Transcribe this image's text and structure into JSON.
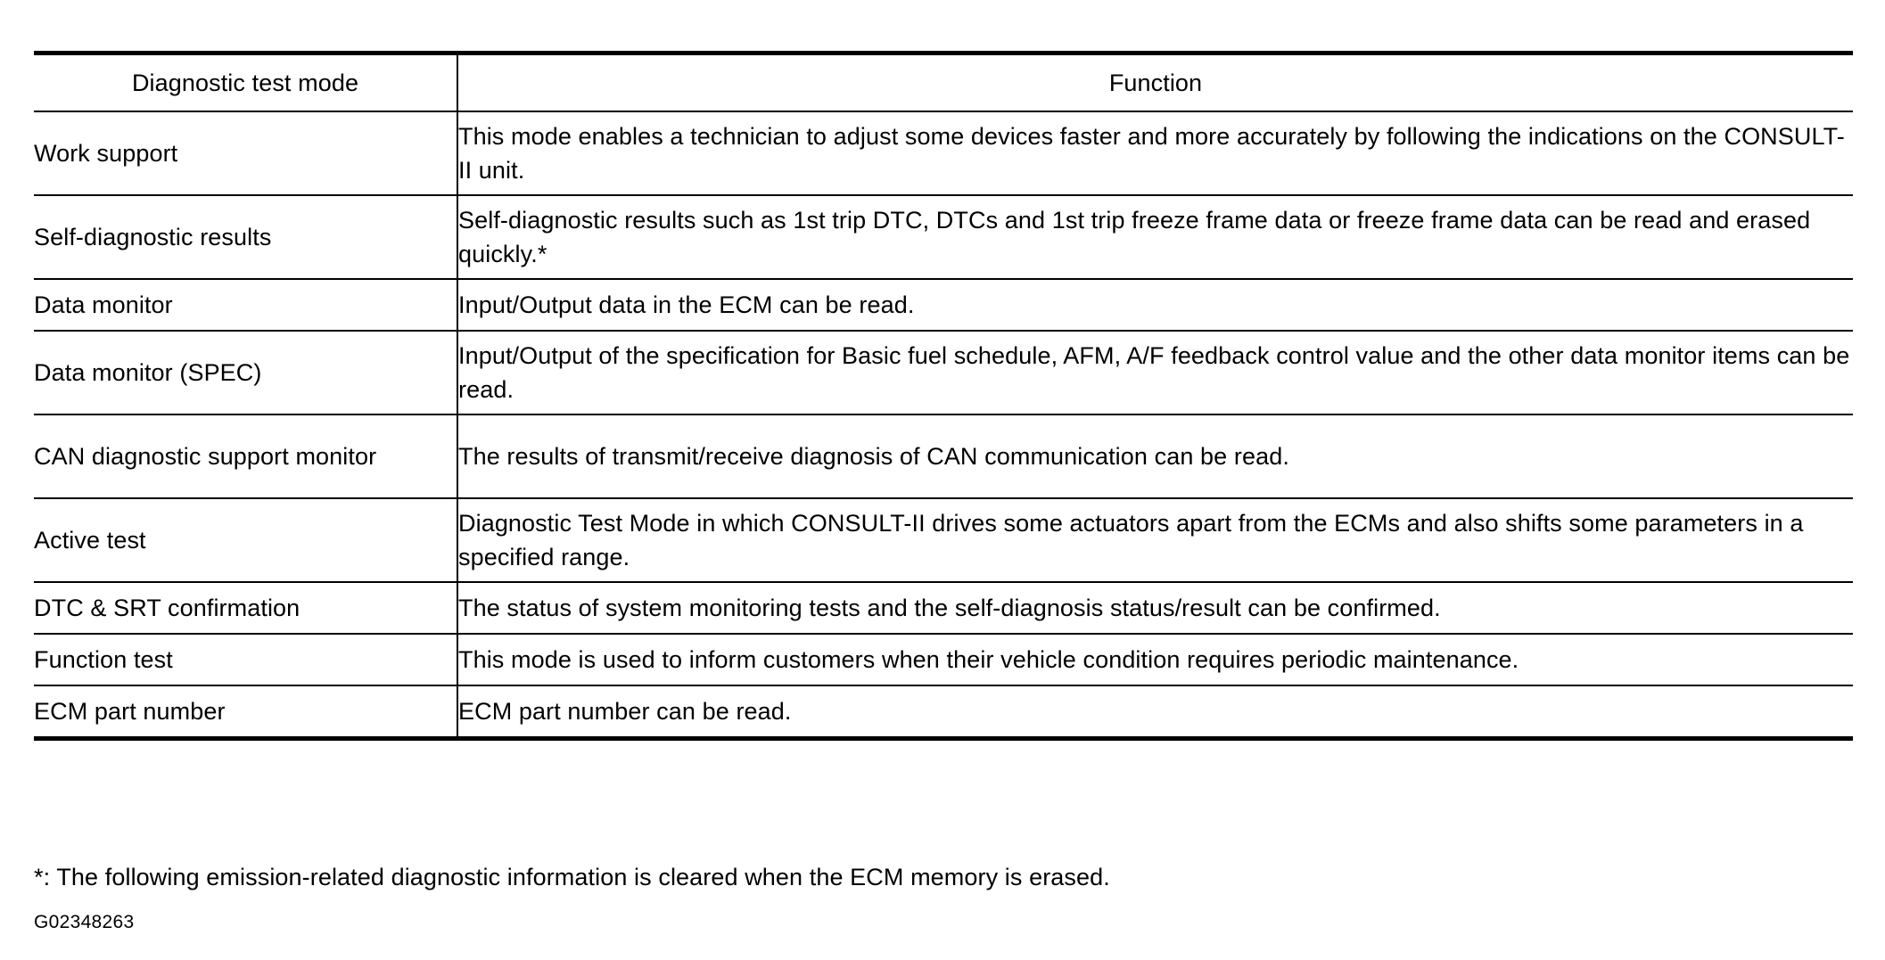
{
  "table": {
    "columns": [
      {
        "key": "mode",
        "header": "Diagnostic test mode"
      },
      {
        "key": "function",
        "header": "Function"
      }
    ],
    "rows": [
      {
        "mode": "Work support",
        "function": "This mode enables a technician to adjust some devices faster and more accurately by following the indications on the CONSULT-II unit.",
        "lines": 2
      },
      {
        "mode": "Self-diagnostic results",
        "function": "Self-diagnostic results such as 1st trip DTC, DTCs and 1st trip freeze frame data or freeze frame data can be read and erased quickly.*",
        "lines": 2
      },
      {
        "mode": "Data monitor",
        "function": "Input/Output data in the ECM can be read.",
        "lines": 1
      },
      {
        "mode": "Data monitor (SPEC)",
        "function": "Input/Output of the specification for Basic fuel schedule, AFM, A/F feedback control value and the other data monitor items can be read.",
        "lines": 2
      },
      {
        "mode": "CAN diagnostic support monitor",
        "function": "The results of transmit/receive diagnosis of CAN communication can be read.",
        "lines": 2
      },
      {
        "mode": "Active test",
        "function": "Diagnostic Test Mode in which CONSULT-II drives some actuators apart from the ECMs and also shifts some parameters in a specified range.",
        "lines": 2
      },
      {
        "mode": "DTC & SRT confirmation",
        "function": "The status of system monitoring tests and the self-diagnosis status/result can be confirmed.",
        "lines": 1
      },
      {
        "mode": "Function test",
        "function": "This mode is used to inform customers when their vehicle condition requires periodic maintenance.",
        "lines": 1
      },
      {
        "mode": "ECM part number",
        "function": "ECM part number can be read.",
        "lines": 1
      }
    ]
  },
  "footnote": "*: The following emission-related diagnostic information is cleared when the ECM memory is erased.",
  "figure_id": "G02348263",
  "colors": {
    "text": "#000000",
    "rule": "#000000",
    "background": "#ffffff"
  }
}
